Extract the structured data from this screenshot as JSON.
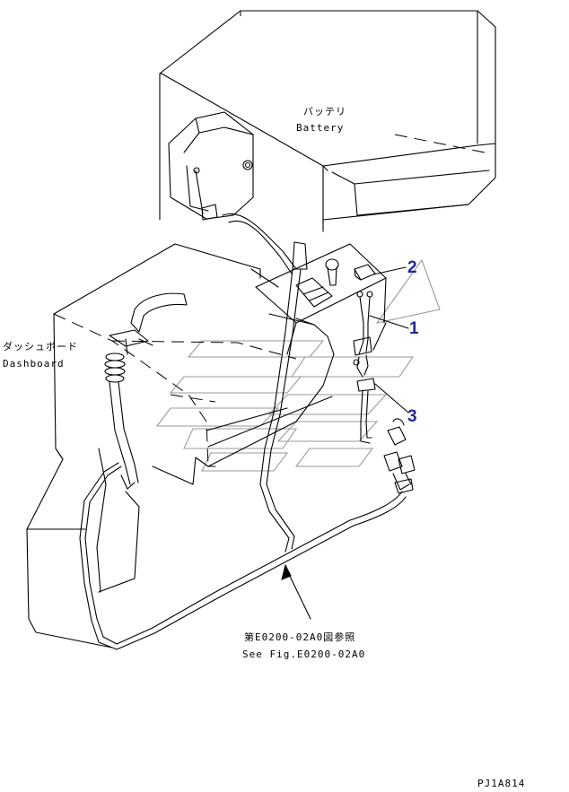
{
  "labels": {
    "battery_jp": "バッテリ",
    "battery_en": "Battery",
    "dashboard_jp": "ダッシュボード",
    "dashboard_en": "Dashboard",
    "ref_jp": "第E0200-02A0図参照",
    "ref_en": "See Fig.E0200-02A0",
    "drawing_code": "PJ1A814"
  },
  "callouts": {
    "c1": "1",
    "c2": "2",
    "c3": "3"
  },
  "colors": {
    "callout": "#1f2a9a",
    "line": "#000000",
    "watermark": "#9a9a9a"
  }
}
